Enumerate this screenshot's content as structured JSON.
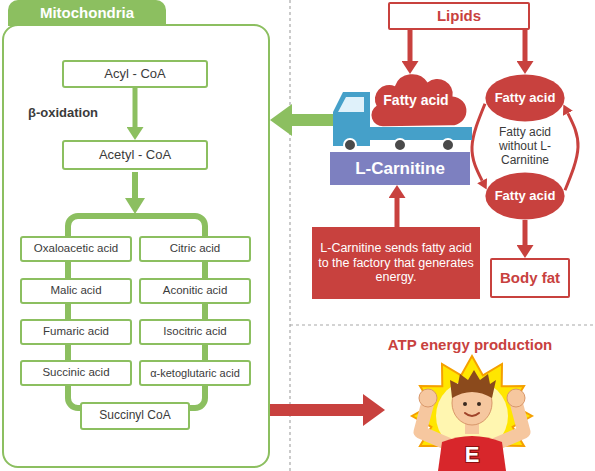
{
  "diagram": {
    "nodes": [
      {
        "text": [
          "Mitochondria"
        ]
      },
      {
        "text": [
          "Acyl - CoA"
        ],
        "in": 0
      },
      {
        "text": [
          "Acetyl - CoA"
        ],
        "in": 0
      },
      {
        "text": [
          "Oxaloacetic acid"
        ],
        "in": 0
      },
      {
        "text": [
          "Citric acid"
        ],
        "in": 0
      },
      {
        "text": [
          "Malic acid"
        ],
        "in": 0
      },
      {
        "text": [
          "Aconitic acid"
        ],
        "in": 0
      },
      {
        "text": [
          "Fumaric acid"
        ],
        "in": 0
      },
      {
        "text": [
          "Isocitric acid"
        ],
        "in": 0
      },
      {
        "text": [
          "Succinic acid"
        ],
        "in": 0
      },
      {
        "text": [
          "α-ketoglutaric acid"
        ],
        "in": 0
      },
      {
        "text": [
          "Succinyl CoA"
        ],
        "in": 0
      },
      {
        "text": [
          "Lipids"
        ]
      },
      {
        "text": [
          "Fatty acid"
        ]
      },
      {
        "text": [
          "Fatty acid"
        ]
      },
      {
        "text": [
          "L-Carnitine"
        ]
      },
      {
        "text": [
          "Fatty acid"
        ]
      },
      {
        "text": [
          "L-Carnitine sends fatty acid to the factory that generates energy."
        ]
      },
      {
        "text": [
          "Body fat"
        ]
      },
      {
        "text": [
          "E"
        ]
      }
    ],
    "edges": [
      {
        "from": 1,
        "to": 2,
        "arrow": "to",
        "label": "β-oxidation"
      },
      {
        "from": 12,
        "to": 13,
        "arrow": "to"
      },
      {
        "from": 12,
        "to": 14,
        "arrow": "to"
      },
      {
        "from": 13,
        "to": 0,
        "arrow": "to"
      },
      {
        "from": 14,
        "to": 16,
        "arrow": "to"
      },
      {
        "from": 16,
        "to": 14,
        "arrow": "to"
      },
      {
        "from": 16,
        "to": 18,
        "arrow": "to"
      },
      {
        "from": 17,
        "to": 15,
        "arrow": "to"
      },
      {
        "from": 0,
        "to": 19,
        "arrow": "to"
      }
    ],
    "labels": [
      "Fatty acid without L-Carnitine",
      "ATP energy production"
    ]
  }
}
